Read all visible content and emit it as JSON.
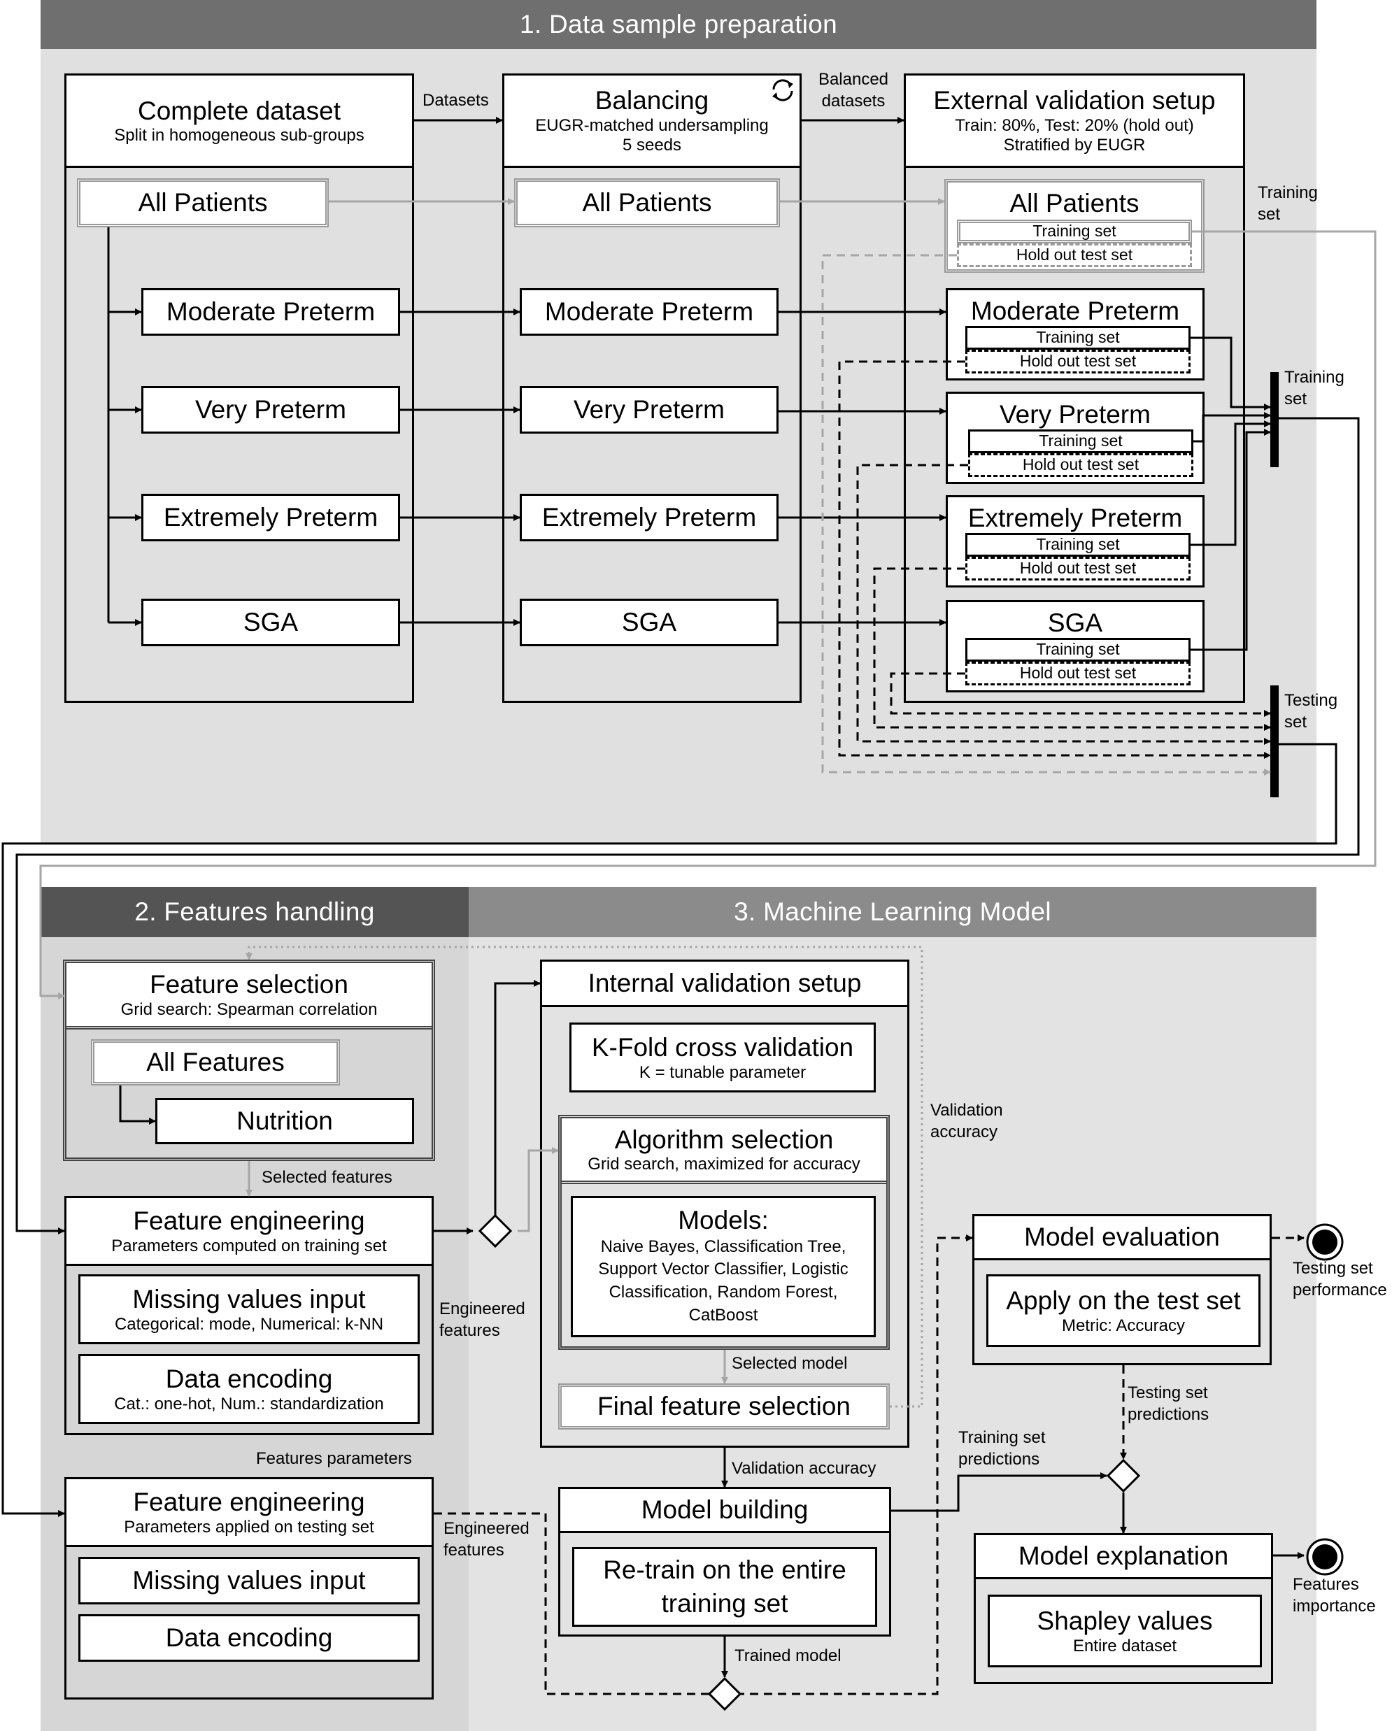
{
  "sections": {
    "s1": "1. Data sample preparation",
    "s2": "2. Features handling",
    "s3": "3. Machine Learning Model"
  },
  "complete": {
    "title": "Complete dataset",
    "subtitle": "Split in homogeneous sub-groups"
  },
  "balancing": {
    "title": "Balancing",
    "subtitle": "EUGR-matched undersampling",
    "subtitle2": "5 seeds"
  },
  "external": {
    "title": "External validation setup",
    "subtitle": "Train: 80%, Test: 20% (hold out)",
    "subtitle2": "Stratified by EUGR"
  },
  "groups": [
    "All Patients",
    "Moderate Preterm",
    "Very Preterm",
    "Extremely Preterm",
    "SGA"
  ],
  "split": {
    "train": "Training set",
    "test": "Hold out test set"
  },
  "labels": {
    "datasets": "Datasets",
    "balanced1": "Balanced",
    "balanced2": "datasets",
    "training1": "Training",
    "training2": "set",
    "testing1": "Testing",
    "testing2": "set",
    "selected_features": "Selected features",
    "engineered1": "Engineered",
    "engineered2": "features",
    "features_parameters": "Features parameters",
    "validation_accuracy": "Validation accuracy",
    "val_acc1": "Validation",
    "val_acc2": "accuracy",
    "selected_model": "Selected model",
    "trained_model": "Trained model",
    "ts_pred1": "Training set",
    "ts_pred2": "predictions",
    "te_pred1": "Testing set",
    "te_pred2": "predictions",
    "perf1": "Testing set",
    "perf2": "performance",
    "imp1": "Features",
    "imp2": "importance"
  },
  "feature_selection": {
    "title": "Feature selection",
    "subtitle": "Grid search: Spearman correlation",
    "all": "All Features",
    "nutrition": "Nutrition"
  },
  "fe_train": {
    "title": "Feature engineering",
    "subtitle": "Parameters computed on training set",
    "missing": "Missing values input",
    "missing_sub": "Categorical: mode, Numerical: k-NN",
    "encoding": "Data encoding",
    "encoding_sub": "Cat.: one-hot, Num.: standardization"
  },
  "fe_test": {
    "title": "Feature engineering",
    "subtitle": "Parameters applied on testing set",
    "missing": "Missing values input",
    "encoding": "Data encoding"
  },
  "internal": {
    "title": "Internal validation setup",
    "kfold": "K-Fold cross validation",
    "kfold_sub": "K = tunable parameter",
    "algo": "Algorithm selection",
    "algo_sub": "Grid search, maximized for accuracy",
    "models": "Models:",
    "models_list": "Naive Bayes, Classification Tree, Support Vector Classifier, Logistic Classification, Random Forest, CatBoost",
    "final": "Final feature selection"
  },
  "building": {
    "title": "Model building",
    "retrain": "Re-train on the entire training set"
  },
  "evaluation": {
    "title": "Model evaluation",
    "apply": "Apply on the test set",
    "metric": "Metric: Accuracy"
  },
  "explanation": {
    "title": "Model explanation",
    "shapley": "Shapley values",
    "shapley_sub": "Entire dataset"
  },
  "colors": {
    "band1": "#6f6f6f",
    "band2": "#545454",
    "band3": "#8b8b8b",
    "panel": "#e1e1e1",
    "panel_left": "#d6d6d6",
    "gray_line": "#a6a6a6"
  }
}
